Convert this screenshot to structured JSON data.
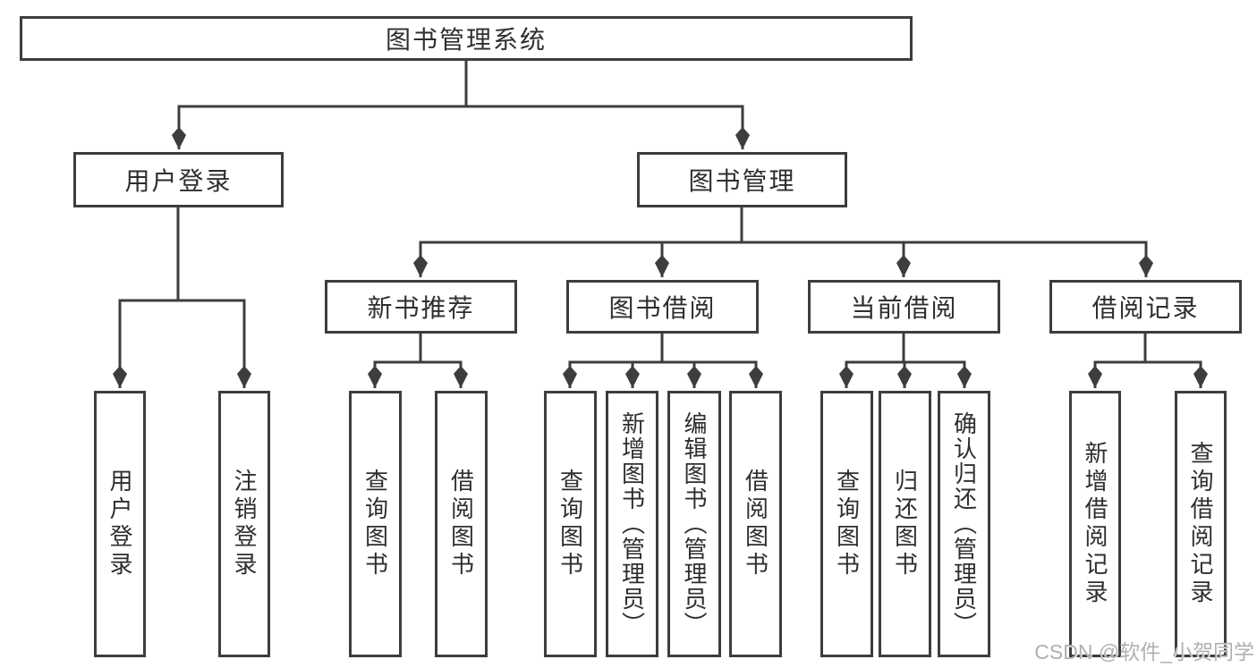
{
  "colors": {
    "line": "#3d3d3d",
    "text": "#2e2e2e",
    "watermark": "#b0b0b0",
    "bg": "#ffffff"
  },
  "watermark": "CSDN @软件_小贺同学",
  "tree": {
    "label": "图书管理系统",
    "children": [
      {
        "label": "用户登录",
        "children": [
          {
            "label": "用户登录"
          },
          {
            "label": "注销登录"
          }
        ]
      },
      {
        "label": "图书管理",
        "children": [
          {
            "label": "新书推荐",
            "children": [
              {
                "label": "查询图书"
              },
              {
                "label": "借阅图书"
              }
            ]
          },
          {
            "label": "图书借阅",
            "children": [
              {
                "label": "查询图书"
              },
              {
                "label": "新增图书（管理员）"
              },
              {
                "label": "编辑图书（管理员）"
              },
              {
                "label": "借阅图书"
              }
            ]
          },
          {
            "label": "当前借阅",
            "children": [
              {
                "label": "查询图书"
              },
              {
                "label": "归还图书"
              },
              {
                "label": "确认归还（管理员）"
              }
            ]
          },
          {
            "label": "借阅记录",
            "children": [
              {
                "label": "新增借阅记录"
              },
              {
                "label": "查询借阅记录"
              }
            ]
          }
        ]
      }
    ]
  }
}
